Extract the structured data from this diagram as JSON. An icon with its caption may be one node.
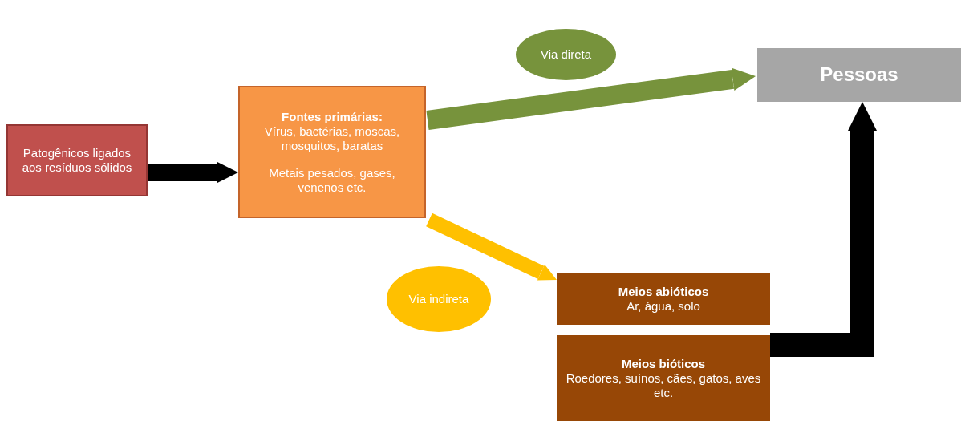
{
  "diagram": {
    "nodes": [
      {
        "text": [
          "Patogênicos ligados aos resíduos sólidos"
        ]
      },
      {
        "text": [
          "Fontes primárias:",
          "Vírus, bactérias, moscas, mosquitos, baratas",
          "Metais pesados, gases, venenos etc."
        ]
      },
      {
        "text": [
          "Pessoas"
        ]
      },
      {
        "text": [
          "Meios abióticos",
          "Ar, água, solo"
        ]
      },
      {
        "text": [
          "Meios bióticos",
          "Roedores, suínos, cães, gatos, aves etc."
        ]
      },
      {
        "text": [
          "Via direta"
        ]
      },
      {
        "text": [
          "Via indireta"
        ]
      }
    ],
    "edges": [
      {
        "from": 0,
        "to": 1,
        "arrow": "to"
      },
      {
        "from": 1,
        "to": 2,
        "arrow": "to",
        "color": "#77933c"
      },
      {
        "from": 1,
        "to": 3,
        "arrow": "to",
        "color": "#ffc000"
      },
      {
        "from": 4,
        "to": 2,
        "arrow": "to"
      }
    ]
  }
}
